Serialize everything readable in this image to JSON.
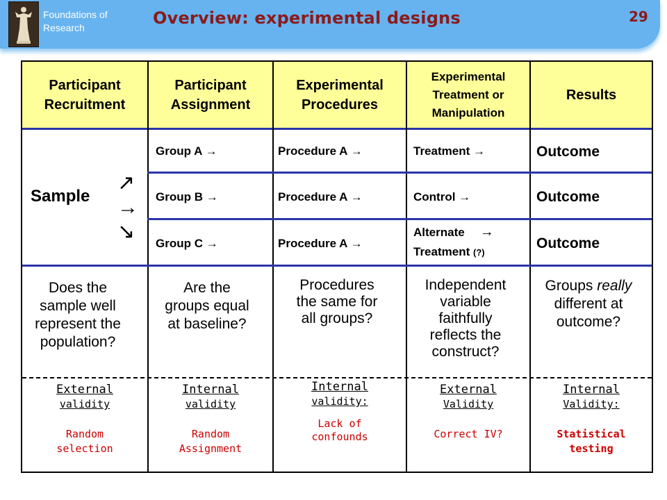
{
  "header": {
    "org_line1": "Foundations of",
    "org_line2": "Research",
    "title": "Overview: experimental designs",
    "page_number": "29"
  },
  "table": {
    "headers": [
      [
        "Participant",
        "Recruitment"
      ],
      [
        "Participant",
        "Assignment"
      ],
      [
        "Experimental",
        "Procedures"
      ],
      [
        "Experimental",
        "Treatment or",
        "Manipulation"
      ],
      [
        "Results"
      ]
    ],
    "sample_label": "Sample",
    "arrows": [
      "↗",
      "→",
      "↘"
    ],
    "rows": [
      {
        "group": "Group A ",
        "procedure": "Procedure A ",
        "treatment": "Treatment ",
        "outcome": "Outcome"
      },
      {
        "group": "Group B ",
        "procedure": "Procedure A ",
        "treatment": "Control ",
        "outcome": "Outcome"
      },
      {
        "group": "Group C ",
        "procedure": "Procedure A ",
        "treatment_line1": "Alternate",
        "treatment_line2": "Treatment",
        "treatment_note": "(?)",
        "outcome": "Outcome"
      }
    ],
    "arrow_glyph": "→",
    "questions": [
      [
        "Does the",
        "sample well",
        "represent the",
        "population?"
      ],
      [
        "Are the",
        "groups equal",
        "at baseline?"
      ],
      [
        "Procedures",
        "the same for",
        "all groups?"
      ],
      [
        "Independent",
        "variable",
        "faithfully",
        "reflects the",
        "construct?"
      ],
      {
        "line1_a": "Groups ",
        "line1_b": "really",
        "line2": "different at",
        "line3": "outcome?"
      }
    ],
    "validity": [
      {
        "head": "External",
        "sub": "validity",
        "note": [
          "Random",
          "selection"
        ]
      },
      {
        "head": "Internal",
        "sub": "validity",
        "note": [
          "Random",
          "Assignment"
        ]
      },
      {
        "head": "Internal",
        "sub": "validity:",
        "note": [
          "Lack of",
          "confounds"
        ]
      },
      {
        "head": "External",
        "sub": "Validity",
        "note": [
          "Correct IV?"
        ]
      },
      {
        "head": "Internal",
        "sub": "Validity:",
        "note": [
          "Statistical",
          "testing"
        ]
      }
    ]
  },
  "colors": {
    "banner": "#66b3f0",
    "title": "#8b1a1a",
    "header_fill": "#ffff99",
    "row_lines": "#2b35a8",
    "notes": "#cc0000"
  }
}
